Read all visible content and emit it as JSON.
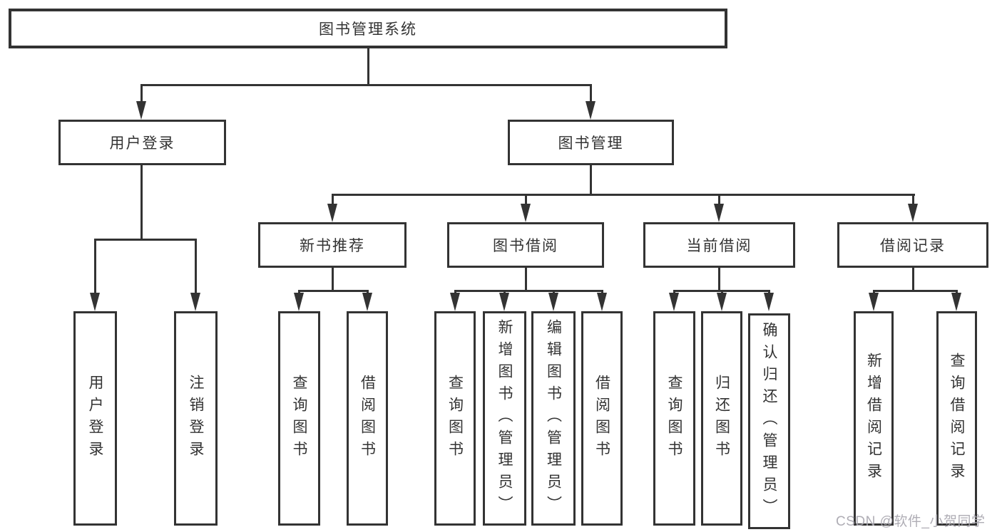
{
  "diagram": {
    "title": "图书管理系统",
    "level2": [
      {
        "id": "user-login",
        "label": "用户登录"
      },
      {
        "id": "book-management",
        "label": "图书管理"
      }
    ],
    "level3": [
      {
        "id": "new-book-recommend",
        "label": "新书推荐"
      },
      {
        "id": "book-borrow",
        "label": "图书借阅"
      },
      {
        "id": "current-borrow",
        "label": "当前借阅"
      },
      {
        "id": "borrow-records",
        "label": "借阅记录"
      }
    ],
    "leaves": {
      "user_login": [
        {
          "label": "用户登录"
        },
        {
          "label": "注销登录"
        }
      ],
      "new_book_recommend": [
        {
          "label": "查询图书"
        },
        {
          "label": "借阅图书"
        }
      ],
      "book_borrow": [
        {
          "label": "查询图书"
        },
        {
          "label": "新增图书（管理员）"
        },
        {
          "label": "编辑图书（管理员）"
        },
        {
          "label": "借阅图书"
        }
      ],
      "current_borrow": [
        {
          "label": "查询图书"
        },
        {
          "label": "归还图书"
        },
        {
          "label": "确认归还（管理员）"
        }
      ],
      "borrow_records": [
        {
          "label": "新增借阅记录"
        },
        {
          "label": "查询借阅记录"
        }
      ]
    }
  },
  "watermark": "CSDN @软件_小贺同学",
  "colors": {
    "line": "#333333",
    "text": "#333333",
    "background": "#ffffff",
    "watermark": "#aba9b1"
  }
}
